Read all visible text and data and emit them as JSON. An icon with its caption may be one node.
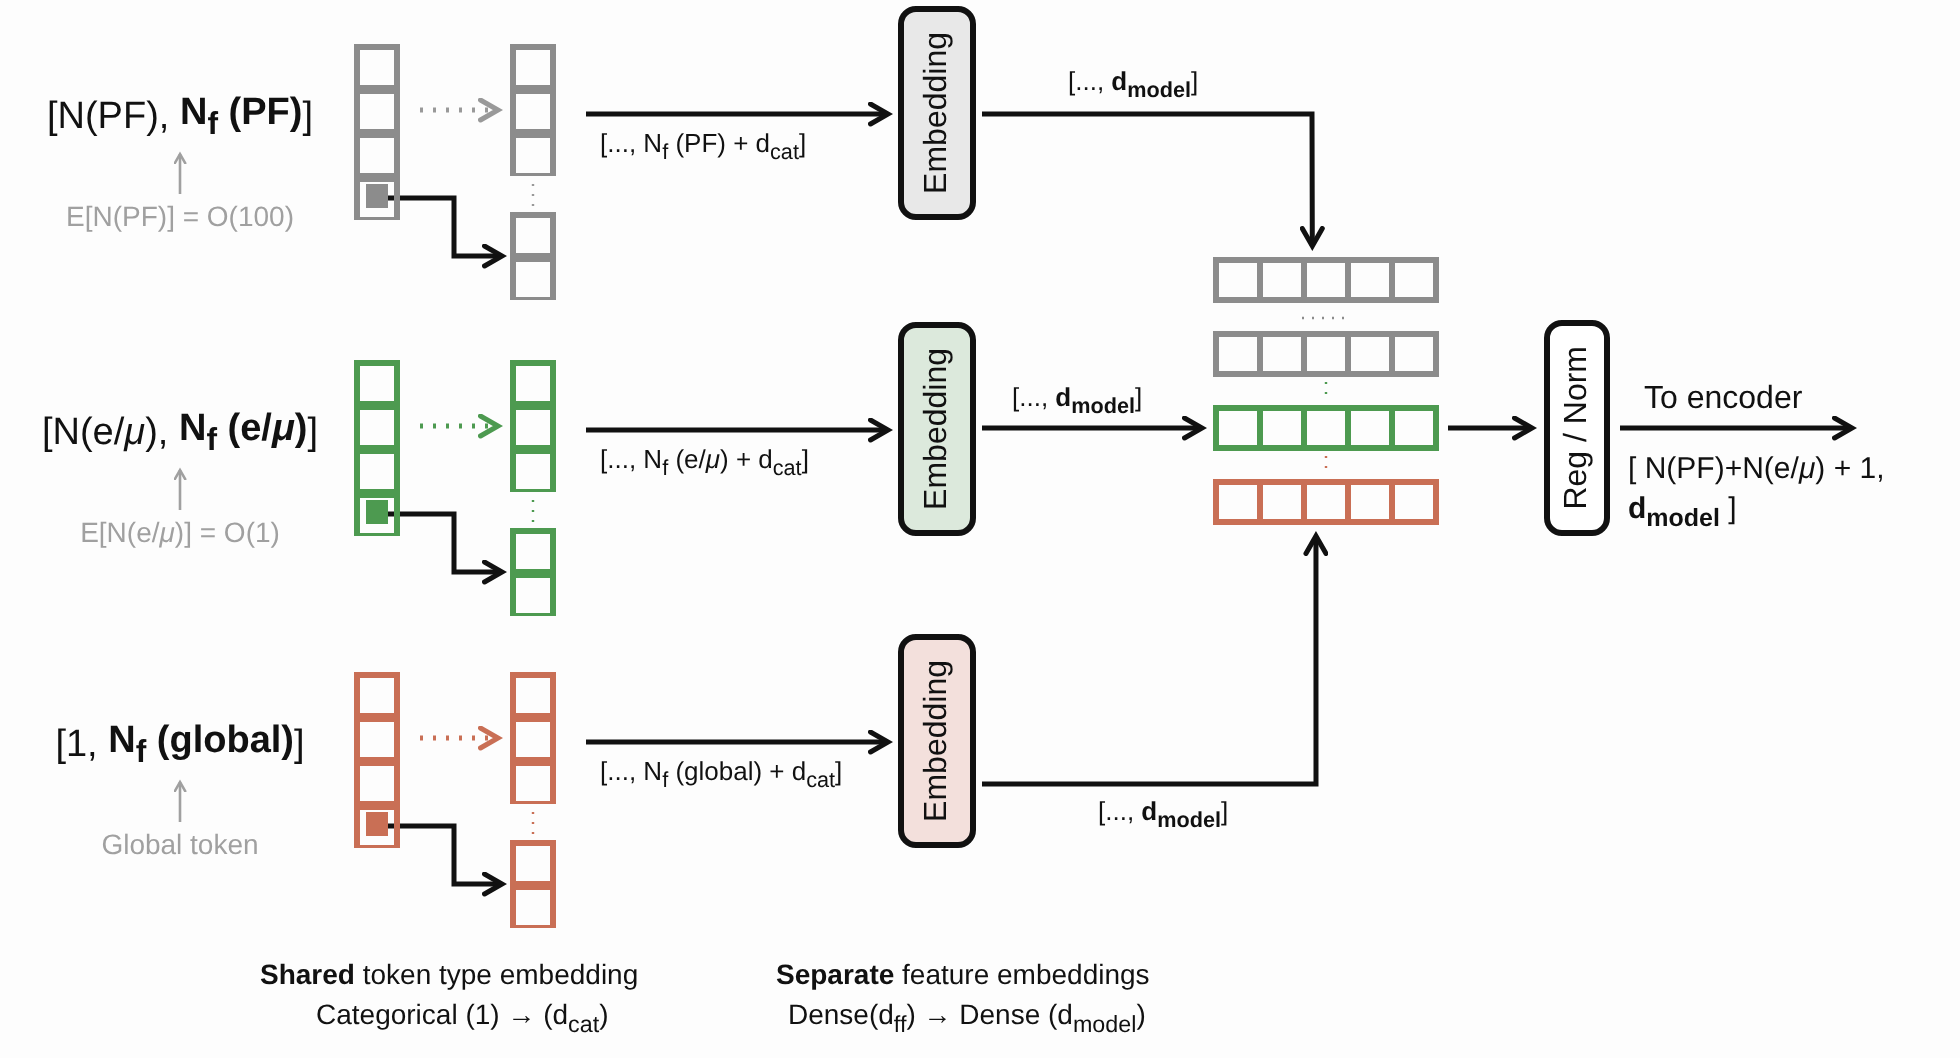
{
  "diagram": {
    "nodes": [
      {
        "text": [
          "[N(PF), **N$_{f}$ (PF)**]"
        ]
      },
      {
        "text": [
          "E[N(PF)] = O(100)"
        ]
      },
      {
        "text": [],
        "shape": "box"
      },
      {
        "text": [],
        "shape": "box"
      },
      {
        "text": [],
        "shape": "box"
      },
      {
        "text": [
          "Embedding"
        ]
      },
      {
        "text": [
          "[N(e/*μ*), **N$_{f}$ (e/*μ*)**]"
        ]
      },
      {
        "text": [
          "E[N(e/*μ*)] = O(1)"
        ]
      },
      {
        "text": [],
        "shape": "box"
      },
      {
        "text": [],
        "shape": "box"
      },
      {
        "text": [],
        "shape": "box"
      },
      {
        "text": [
          "Embedding"
        ]
      },
      {
        "text": [
          "[1, **N$_{f}$ (global)**]"
        ]
      },
      {
        "text": [
          "Global token"
        ]
      },
      {
        "text": [],
        "shape": "box"
      },
      {
        "text": [],
        "shape": "box"
      },
      {
        "text": [],
        "shape": "box"
      },
      {
        "text": [
          "Embedding"
        ]
      },
      {
        "text": [],
        "shape": "box"
      },
      {
        "text": [
          "Reg / Norm"
        ]
      },
      {
        "text": [
          "[ N(PF)+N(e/*μ*) + 1, **d$_{model}$** ]"
        ]
      }
    ],
    "edges": [
      {
        "from": 1,
        "to": 0,
        "arrow": "to",
        "color": "#a0a0a0"
      },
      {
        "from": 2,
        "to": 3,
        "arrow": "to",
        "style": "dashed",
        "color": "#999999"
      },
      {
        "from": 2,
        "to": 4,
        "arrow": "to"
      },
      {
        "from": 3,
        "to": 5,
        "arrow": "to",
        "label": "[..., N$_{f}$ (PF) + d$_{cat}$]"
      },
      {
        "from": 5,
        "to": 18,
        "arrow": "to",
        "label": "[..., **d$_{model}$**]"
      },
      {
        "from": 7,
        "to": 6,
        "arrow": "to",
        "color": "#a0a0a0"
      },
      {
        "from": 8,
        "to": 9,
        "arrow": "to",
        "style": "dashed",
        "color": "#4d9a50"
      },
      {
        "from": 8,
        "to": 10,
        "arrow": "to"
      },
      {
        "from": 9,
        "to": 11,
        "arrow": "to",
        "label": "[..., N$_{f}$ (e/*μ*) + d$_{cat}$]"
      },
      {
        "from": 11,
        "to": 18,
        "arrow": "to",
        "label": "[..., **d$_{model}$**]"
      },
      {
        "from": 13,
        "to": 12,
        "arrow": "to",
        "color": "#a0a0a0"
      },
      {
        "from": 14,
        "to": 15,
        "arrow": "to",
        "style": "dashed",
        "color": "#c96f55"
      },
      {
        "from": 14,
        "to": 16,
        "arrow": "to"
      },
      {
        "from": 15,
        "to": 17,
        "arrow": "to",
        "label": "[..., N$_{f}$ (global) + d$_{cat}$]"
      },
      {
        "from": 17,
        "to": 18,
        "arrow": "to",
        "label": "[..., **d$_{model}$**]"
      },
      {
        "from": 18,
        "to": 19,
        "arrow": "to"
      },
      {
        "from": 19,
        "to": 20,
        "arrow": "to",
        "label": "To encoder"
      },
      {
        "from": 3,
        "to": 4,
        "arrow": "none",
        "style": "dashed",
        "color": "#999999"
      },
      {
        "from": 9,
        "to": 10,
        "arrow": "none",
        "style": "dashed",
        "color": "#4d9a50"
      },
      {
        "from": 15,
        "to": 16,
        "arrow": "none",
        "style": "dashed",
        "color": "#c96f55"
      }
    ],
    "labels": [
      "**Shared** token type embedding",
      "Categorical (1) → (d$_{cat}$)",
      "**Separate** feature embeddings",
      "Dense(d$_{ff}$) → Dense (d$_{model}$)"
    ]
  }
}
